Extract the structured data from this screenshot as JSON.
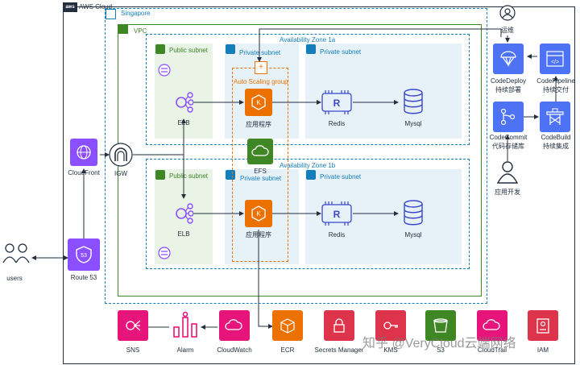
{
  "groups": {
    "aws_cloud": "AWS Cloud",
    "region": "Singapore",
    "vpc": "VPC",
    "az1": "Availability Zone 1a",
    "az2": "Availability Zone 1b",
    "public_subnet": "Public subnet",
    "private_subnet": "Private subnet",
    "asg": "Auto Scaling group"
  },
  "labels": {
    "users": "users",
    "route53": "Route 53",
    "cloudfront": "CloudFront",
    "igw": "IGW",
    "elb": "ELB",
    "app": "应用程序",
    "redis": "Redis",
    "mysql": "Mysql",
    "efs": "EFS",
    "ops": "运维",
    "codedeploy": "CodeDeploy",
    "codedeploy_sub": "持续部署",
    "codepipeline": "CodePipeline",
    "codepipeline_sub": "持续交付",
    "codecommit": "CodeCommit",
    "codecommit_sub": "代码存储库",
    "codebuild": "CodeBuild",
    "codebuild_sub": "持续集成",
    "dev": "应用开发"
  },
  "bottom_services": [
    "SNS",
    "Alarm",
    "CloudWatch",
    "ECR",
    "Secrets Manager",
    "KMS",
    "S3",
    "CloudTrail",
    "IAM"
  ],
  "watermark": "知乎 @VeryCloud云端网络",
  "icons": {
    "route53": "route53-shield-icon",
    "cloudfront": "globe-icon",
    "igw": "gateway-arch-icon",
    "elb": "load-balancer-icon",
    "app": "container-hex-icon",
    "redis": "redis-cache-icon",
    "mysql": "database-icon",
    "efs": "cloud-fs-icon"
  },
  "colors": {
    "cloud_border": "#232F3E",
    "region_border": "#147EBA",
    "vpc_border": "#3F8624",
    "public_fill": "#E9F3E6",
    "private_fill": "#E6F2F8",
    "compute_orange": "#ED7100",
    "network_purple": "#8C4FFF",
    "db_blue": "#3B48CC",
    "devtools_blue": "#4D72F3",
    "mgmt_pink": "#E7157B",
    "security_red": "#DD344C",
    "storage_green": "#3F8624"
  }
}
